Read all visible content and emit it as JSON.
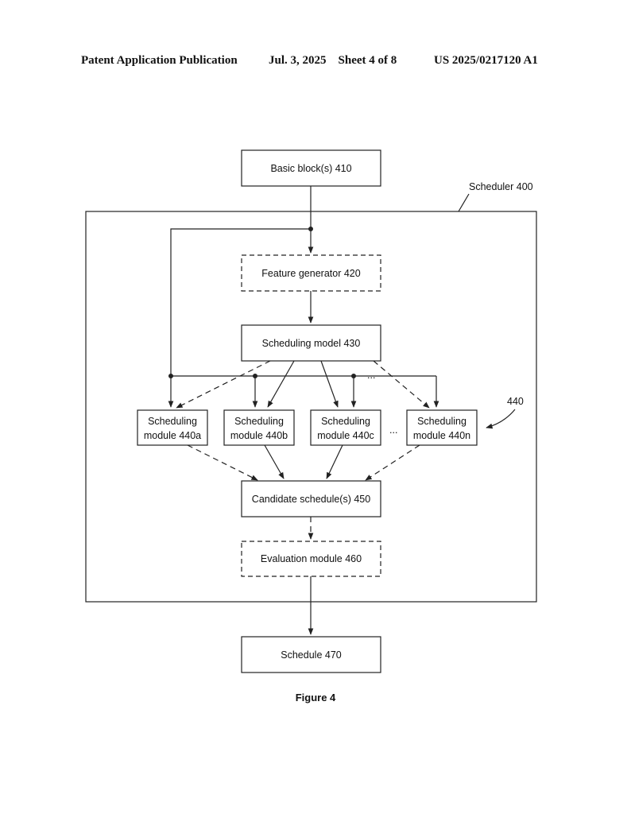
{
  "header": {
    "left": "Patent Application Publication",
    "middle": "Jul. 3, 2025    Sheet 4 of 8",
    "right": "US 2025/0217120 A1"
  },
  "diagram": {
    "scheduler_label": "Scheduler 400",
    "group_label": "440",
    "basic_block": "Basic block(s) 410",
    "feature_generator": "Feature generator 420",
    "scheduling_model": "Scheduling model 430",
    "modules": [
      {
        "line1": "Scheduling",
        "line2": "module 440a"
      },
      {
        "line1": "Scheduling",
        "line2": "module 440b"
      },
      {
        "line1": "Scheduling",
        "line2": "module 440c"
      },
      {
        "line1": "Scheduling",
        "line2": "module 440n"
      }
    ],
    "ellipsis_top": "...",
    "ellipsis_mid": "...",
    "candidate": "Candidate schedule(s) 450",
    "evaluation": "Evaluation module 460",
    "schedule": "Schedule 470"
  },
  "caption": "Figure 4"
}
